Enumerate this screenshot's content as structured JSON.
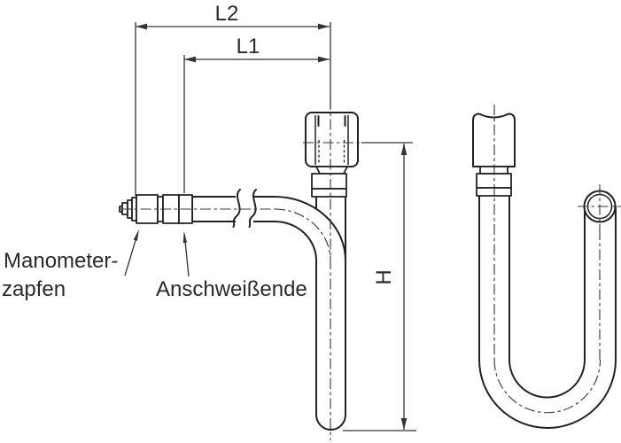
{
  "meta": {
    "background": "#ffffff",
    "line_color": "#222222",
    "thin_line_color": "#343434",
    "text_color": "#2a2a2a"
  },
  "dimensions": {
    "l2": "L2",
    "l1": "L1",
    "h": "H"
  },
  "callouts": {
    "manometer_line1": "Manometer-",
    "manometer_line2": "zapfen",
    "weld_end": "Anschweißende"
  }
}
